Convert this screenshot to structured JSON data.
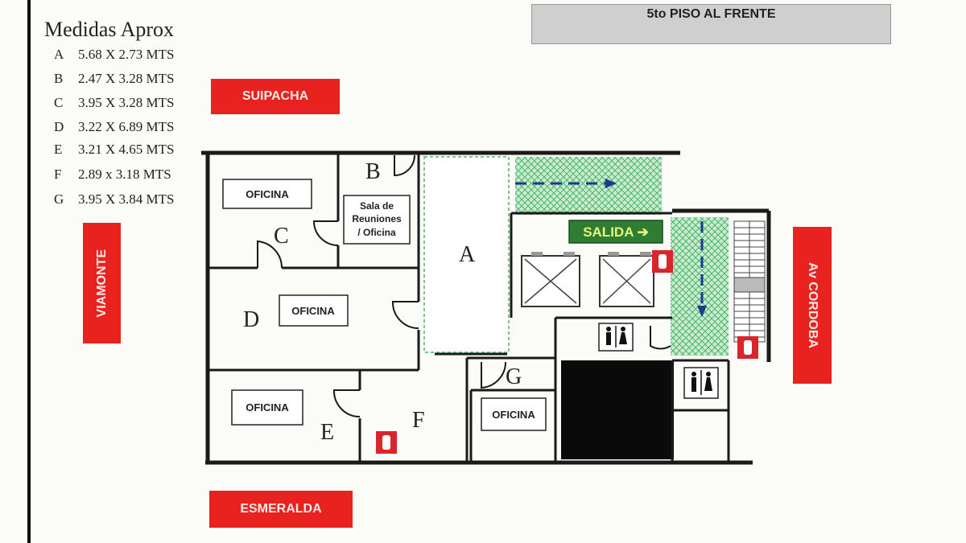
{
  "header": {
    "title": "5to PISO AL FRENTE"
  },
  "legend": {
    "title": "Medidas Aprox",
    "rows": [
      {
        "key": "A",
        "value": "5.68 X 2.73 MTS"
      },
      {
        "key": "B",
        "value": "2.47 X 3.28 MTS"
      },
      {
        "key": "C",
        "value": "3.95 X 3.28 MTS"
      },
      {
        "key": "D",
        "value": "3.22 X 6.89 MTS"
      },
      {
        "key": "E",
        "value": "3.21 X 4.65 MTS"
      },
      {
        "key": "F",
        "value": "2.89 x 3.18 MTS"
      },
      {
        "key": "G",
        "value": "3.95 X 3.84 MTS"
      }
    ]
  },
  "streets": {
    "top": "SUIPACHA",
    "left": "VIAMONTE",
    "right": "Av CORDOBA",
    "bottom": "ESMERALDA"
  },
  "rooms": {
    "A": "A",
    "B": "B",
    "C": "C",
    "D": "D",
    "E": "E",
    "F": "F",
    "G": "G",
    "office_label": "OFICINA",
    "meeting_line1": "Sala de",
    "meeting_line2": "Reuniones",
    "meeting_line3": "/ Oficina"
  },
  "exit": {
    "label": "SALIDA ➔"
  },
  "colors": {
    "street_red": "#e8221f",
    "exit_green": "#2e7d32",
    "hatch_green": "#8bd39a",
    "arrow_blue": "#1a3c8c",
    "extinguisher_red": "#d8262a"
  },
  "icons": [
    "restroom-icon",
    "restroom-icon",
    "fire-extinguisher-icon",
    "fire-extinguisher-icon",
    "fire-extinguisher-icon"
  ]
}
